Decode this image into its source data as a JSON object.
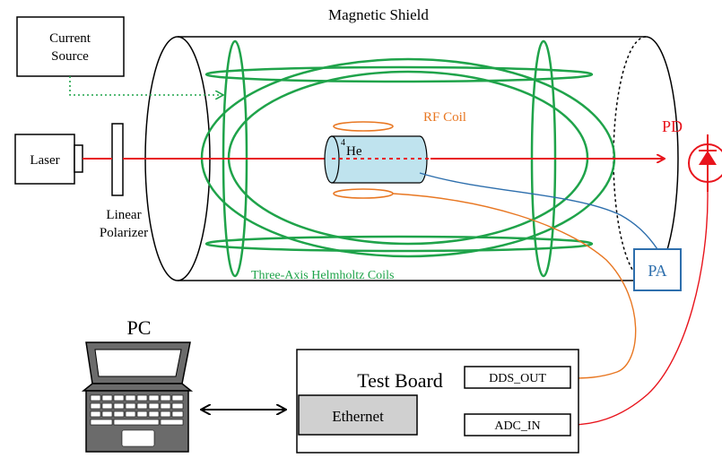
{
  "labels": {
    "magnetic_shield": "Magnetic Shield",
    "current_source_line1": "Current",
    "current_source_line2": "Source",
    "laser": "Laser",
    "linear_polarizer_line1": "Linear",
    "linear_polarizer_line2": "Polarizer",
    "rf_coil": "RF Coil",
    "helium_superscript": "4",
    "helium_symbol": "He",
    "pd": "PD",
    "pa": "PA",
    "helmholtz_coils": "Three-Axis Helmholtz Coils",
    "pc": "PC",
    "test_board": "Test Board",
    "dds_out": "DDS_OUT",
    "adc_in": "ADC_IN",
    "ethernet": "Ethernet"
  },
  "colors": {
    "laser_beam": "#e8141c",
    "helmholtz_coil": "#1fa34a",
    "rf_coil": "#e87722",
    "pa_wire": "#2e6fad",
    "cell_fill": "#bfe3ee",
    "ethernet_fill": "#d0d0d0",
    "laptop_fill": "#6b6b6b"
  }
}
